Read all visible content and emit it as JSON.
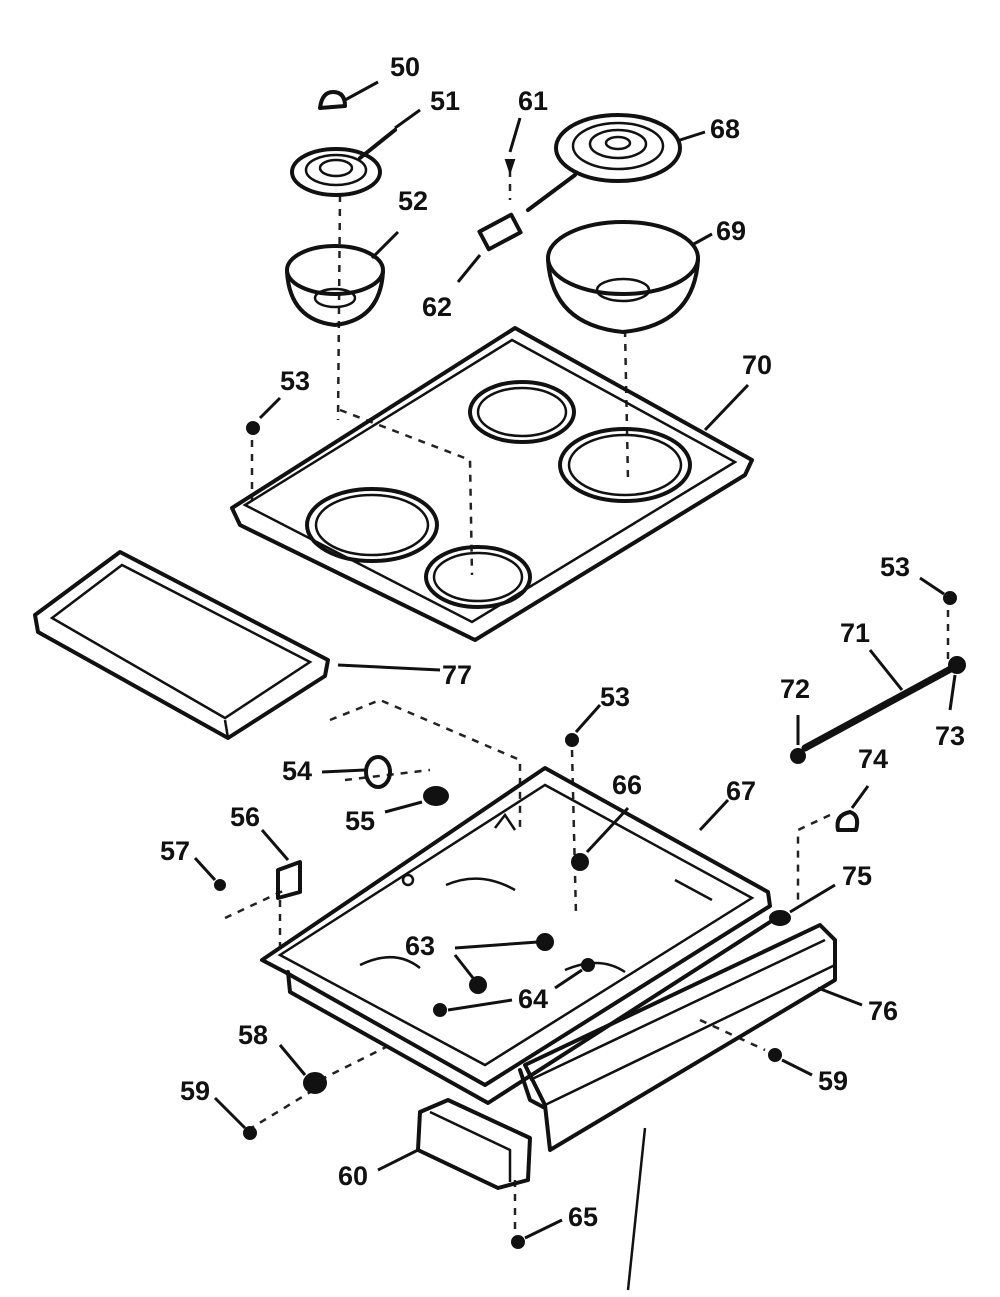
{
  "callouts": {
    "p50": "50",
    "p51": "51",
    "p52": "52",
    "p53a": "53",
    "p53b": "53",
    "p53c": "53",
    "p54": "54",
    "p55": "55",
    "p56": "56",
    "p57": "57",
    "p58": "58",
    "p59a": "59",
    "p59b": "59",
    "p60": "60",
    "p61": "61",
    "p62": "62",
    "p63": "63",
    "p64": "64",
    "p65": "65",
    "p66": "66",
    "p67": "67",
    "p68": "68",
    "p69": "69",
    "p70": "70",
    "p71": "71",
    "p72": "72",
    "p73": "73",
    "p74": "74",
    "p75": "75",
    "p76": "76",
    "p77": "77"
  }
}
